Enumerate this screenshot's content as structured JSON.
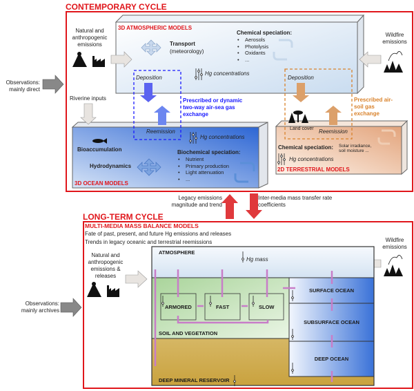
{
  "contemporary": {
    "title": "CONTEMPORARY CYCLE",
    "observations": "Observations: mainly direct",
    "natural_emissions": "Natural and anthropogenic emissions",
    "wildfire": "Wildfire emissions",
    "riverine": "Riverine inputs",
    "atmos": {
      "title": "3D ATMOSPHERIC MODELS",
      "transport": "Transport",
      "transport_sub": "(meteorology)",
      "chem_title": "Chemical speciation:",
      "chem_items": [
        "Aerosols",
        "Photolysis",
        "Oxidants",
        "..."
      ],
      "hg": "Hg concentrations"
    },
    "air_sea": {
      "deposition": "Deposition",
      "reemission": "Reemission",
      "label": "Prescribed or dynamic two-way air-sea gas exchange",
      "color": "#1a1aff"
    },
    "air_soil": {
      "deposition": "Deposition",
      "reemission": "Reemission",
      "label": "Prescribed air-soil gas exchange",
      "color": "#d9822b"
    },
    "ocean": {
      "title": "3D OCEAN MODELS",
      "bioaccumulation": "Bioaccumulation",
      "hydrodynamics": "Hydrodynamics",
      "hg": "Hg concentrations",
      "chem_title": "Biochemical speciation:",
      "chem_items": [
        "Nutrient",
        "Primary production",
        "Light attenuation",
        "..."
      ]
    },
    "terrestrial": {
      "title": "2D TERRESTRIAL MODELS",
      "land_cover": "Land cover",
      "chem_title": "Chemical speciation:",
      "chem_detail": "Solar irradiance, soil moisture ...",
      "hg": "Hg concentrations"
    }
  },
  "links": {
    "legacy": "Legacy emissions magnitude and trend",
    "intermedia": "Inter-media mass transfer rate coefficients",
    "color": "#e0161b"
  },
  "longterm": {
    "title": "LONG-TERM CYCLE",
    "subtitle": "MULTI-MEDIA MASS BALANCE MODELS",
    "line1": "Fate of past, present, and future Hg emissions and releases",
    "line2": "Trends in legacy oceanic and terrestrial reemissions",
    "natural_emissions": "Natural and anthropogenic emissions & releases",
    "wildfire": "Wildfire emissions",
    "observations": "Observations: mainly archives",
    "atmosphere": "ATMOSPHERE",
    "hg_mass": "Hg mass",
    "armored": "ARMORED",
    "fast": "FAST",
    "slow": "SLOW",
    "soil": "SOIL AND VEGETATION",
    "surface_ocean": "SURFACE OCEAN",
    "subsurface_ocean": "SUBSURFACE OCEAN",
    "deep_ocean": "DEEP OCEAN",
    "deep_mineral": "DEEP MINERAL RESERVOIR",
    "flux_color": "#c87dc8"
  }
}
